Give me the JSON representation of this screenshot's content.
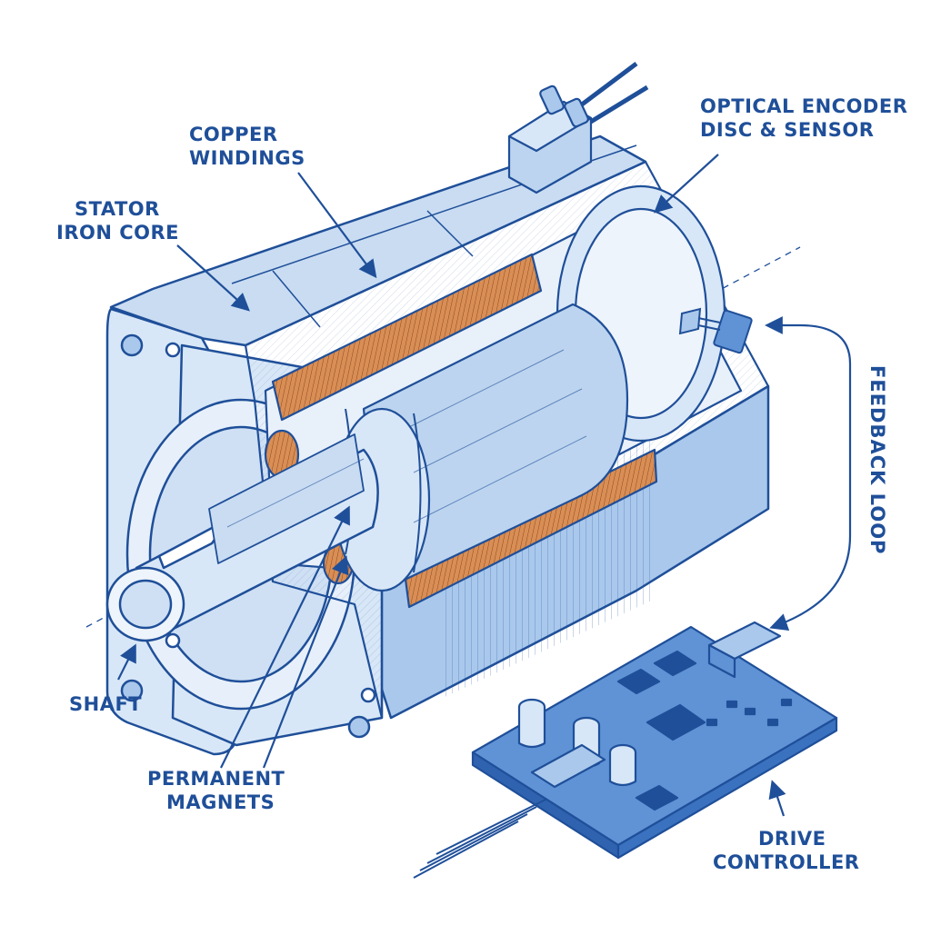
{
  "colors": {
    "ink": "#1f4f99",
    "body_light": "#d8e7f7",
    "body_mid": "#a9c8ec",
    "body_dark": "#6f9fd8",
    "copper": "#d98e55",
    "copper_dark": "#a8622f",
    "pcb": "#5f93d6"
  },
  "labels": {
    "encoder": [
      "OPTICAL ENCODER",
      "DISC & SENSOR"
    ],
    "windings": [
      "COPPER",
      "WINDINGS"
    ],
    "stator": [
      "STATOR",
      "IRON CORE"
    ],
    "feedback": "FEEDBACK LOOP",
    "shaft": "SHAFT",
    "magnets": [
      "PERMANENT",
      "MAGNETS"
    ],
    "controller": [
      "DRIVE",
      "CONTROLLER"
    ]
  }
}
